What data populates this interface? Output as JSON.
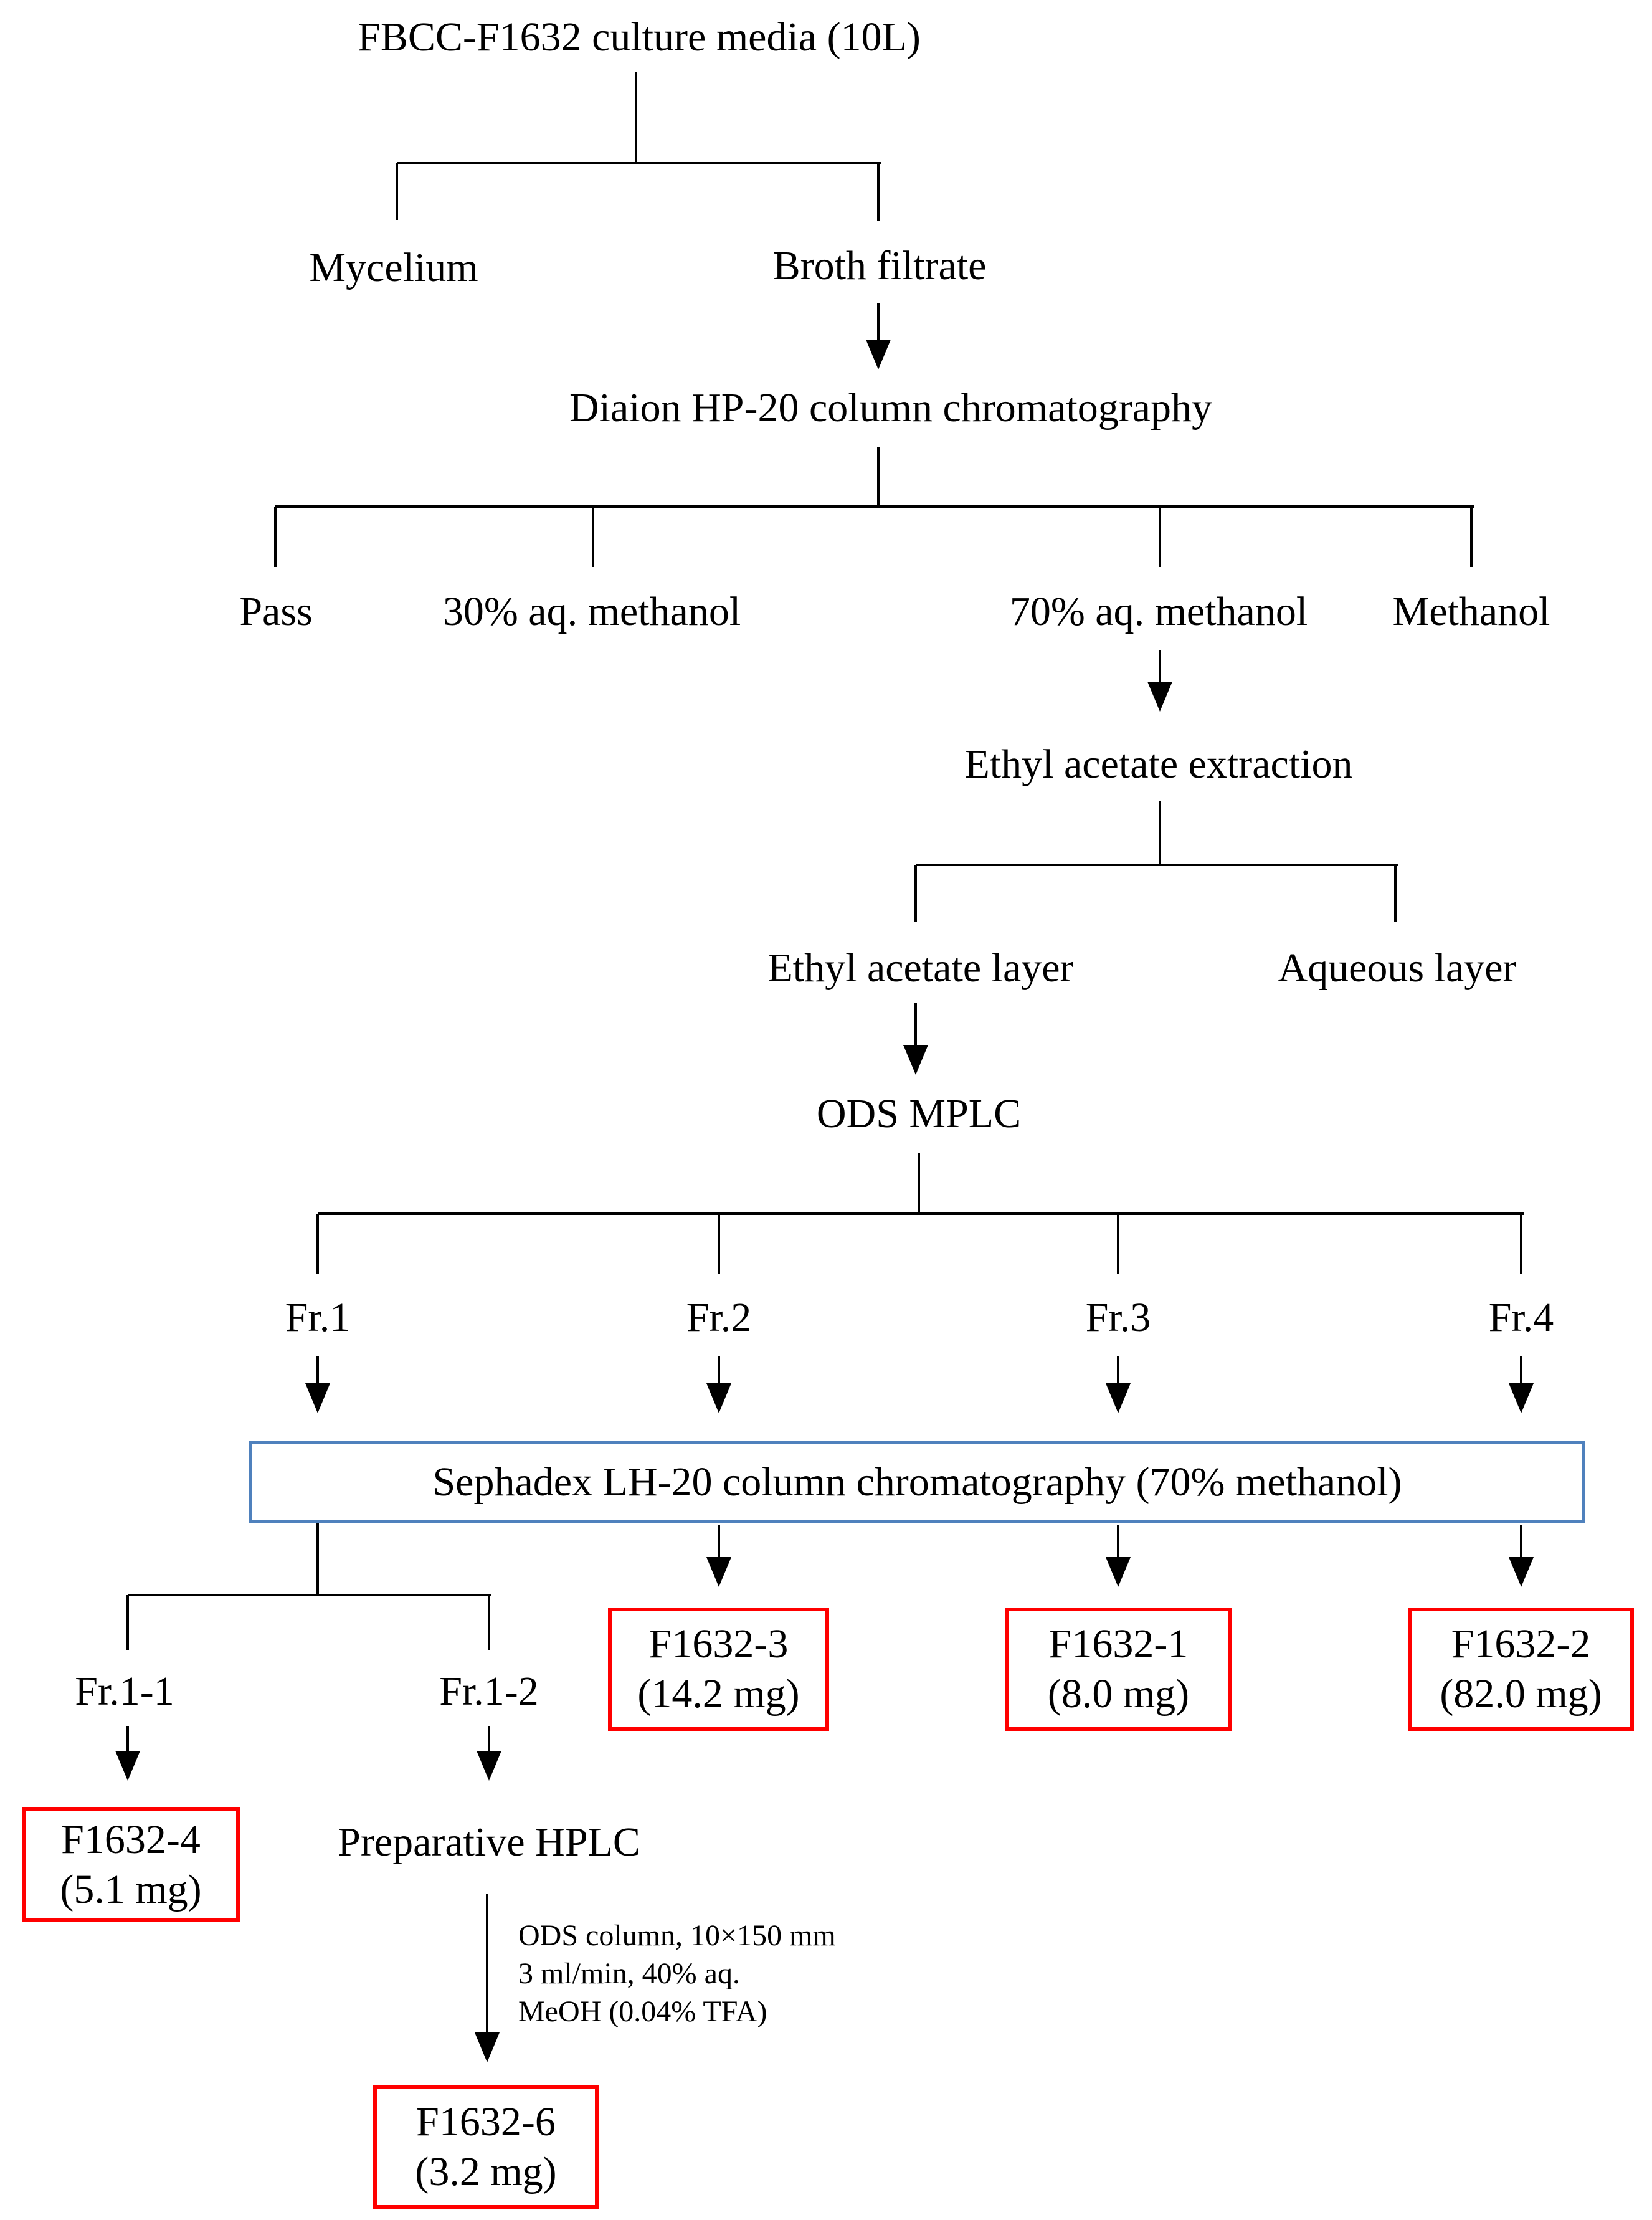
{
  "diagram": {
    "title": "FBCC-F1632 culture media (10L)",
    "level1": {
      "mycelium": "Mycelium",
      "broth_filtrate": "Broth filtrate"
    },
    "step_diaion": "Diaion HP-20 column chromatography",
    "hp20_fractions": {
      "pass": "Pass",
      "meoh30": "30% aq. methanol",
      "meoh70": "70% aq. methanol",
      "methanol": "Methanol"
    },
    "step_extraction": "Ethyl acetate extraction",
    "layers": {
      "ethyl_acetate": "Ethyl acetate layer",
      "aqueous": "Aqueous layer"
    },
    "step_mplc": "ODS MPLC",
    "mplc_fractions": {
      "fr1": "Fr.1",
      "fr2": "Fr.2",
      "fr3": "Fr.3",
      "fr4": "Fr.4"
    },
    "sephadex_box": "Sephadex LH-20 column chromatography (70% methanol)",
    "fr1_subfractions": {
      "fr1_1": "Fr.1-1",
      "fr1_2": "Fr.1-2"
    },
    "step_hplc": "Preparative HPLC",
    "hplc_conditions": [
      "ODS column, 10×150 mm",
      "3 ml/min, 40% aq.",
      "MeOH (0.04% TFA)"
    ],
    "compounds": {
      "f1632_3": {
        "name": "F1632-3",
        "amount": "(14.2 mg)"
      },
      "f1632_1": {
        "name": "F1632-1",
        "amount": "(8.0 mg)"
      },
      "f1632_2": {
        "name": "F1632-2",
        "amount": "(82.0 mg)"
      },
      "f1632_4": {
        "name": "F1632-4",
        "amount": "(5.1 mg)"
      },
      "f1632_6": {
        "name": "F1632-6",
        "amount": "(3.2 mg)"
      }
    },
    "colors": {
      "highlight_box_border": "#FF0000",
      "process_box_border": "#4F81BD",
      "line": "#000000"
    }
  }
}
